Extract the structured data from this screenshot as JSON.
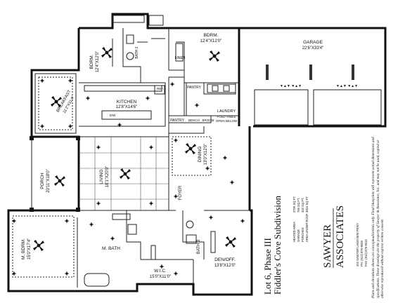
{
  "plan": {
    "rooms": {
      "bdrm_upper_left": {
        "name": "BDRM.",
        "dims": "12'4\"X12'0\""
      },
      "bdrm_upper_right": {
        "name": "BDRM.",
        "dims": "12'4\"X12'0\""
      },
      "garage": {
        "name": "GARAGE",
        "dims": "22'6\"X33'4\""
      },
      "kitchen": {
        "name": "KITCHEN",
        "dims": "12'8\"X14'6\""
      },
      "dining": {
        "name": "DINING",
        "dims": "13'0\"X12'0\""
      },
      "living": {
        "name": "LIVING",
        "dims": "18'1\"X20'0\""
      },
      "porch": {
        "name": "PORCH",
        "dims": "20'11\"X18'0\""
      },
      "m_bdrm": {
        "name": "M. BDRM.",
        "dims": "15'0\"X17'4\""
      },
      "m_bath": {
        "name": "M. BATH"
      },
      "wic": {
        "name": "W.I.C.",
        "dims": "15'0\"X11'0\""
      },
      "bath3": {
        "name": "BATH 3"
      },
      "den": {
        "name": "DEN/OFF.",
        "dims": "13'8\"X12'0\""
      },
      "breakfast": {
        "name": "BREAKFAST",
        "dims": "11'2\"X11'4\""
      }
    },
    "small_labels": {
      "bath2": "BATH 2",
      "linen": "LINEN",
      "pantry_upper": "PANTRY",
      "pantry_lower": "PANTRY",
      "bench": "BENCH",
      "broom": "BROOM",
      "laundry": "LAUNDRY",
      "fold_table": "FOLD TABLE",
      "open_below": "OPEN BELOW",
      "foyer": "FOYER",
      "dw": "D/W",
      "ref": "REF."
    },
    "title": {
      "line1": "Lot 6, Phase III",
      "line2": "Fiddler's Cove Subdivision"
    },
    "areas": [
      {
        "label": "HEATED AREA",
        "value": "2709 SQ.FT."
      },
      {
        "label": "GARAGE",
        "value": "765 SQ.FT."
      },
      {
        "label": "PORCHES",
        "value": "342 SQ.FT."
      },
      {
        "label": "AREA UNDER ROOF",
        "value": "3816 SQ.FT."
      }
    ],
    "company": {
      "name_top": "SAWYER",
      "name_bottom": "ASSOCIATES",
      "address": "402 SAWYER LAKEVIEW PKWY",
      "city": "PH: (912) 876-9008",
      "fax": "FAX: (912) 876-9016"
    },
    "disclaimer": "Plans and elevations shown are conceptual/artistic only. Final blueprints will represent actual dimensions and specifications. These drawings are the property of Sawyer & Associates, Inc. and may not be used, copied or otherwise reproduced without express written consent."
  }
}
